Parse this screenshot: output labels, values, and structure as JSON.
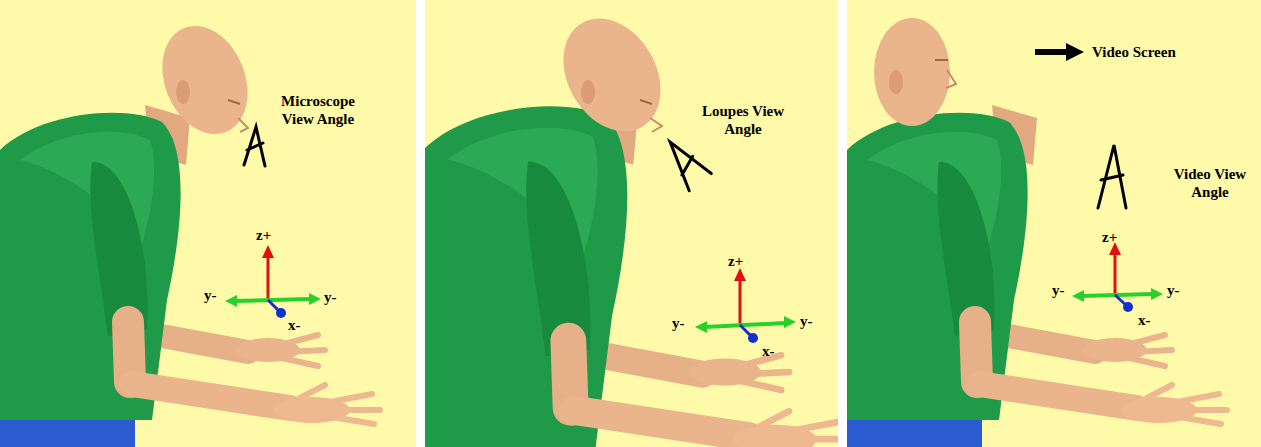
{
  "diagram": {
    "labels": [
      "Microscope View Angle",
      "z+",
      "y-",
      "y-",
      "x-",
      "Loupes View Angle",
      "z+",
      "y-",
      "y-",
      "x-",
      "Video Screen",
      "Video View Angle",
      "z+",
      "y-",
      "y-",
      "x-"
    ]
  }
}
